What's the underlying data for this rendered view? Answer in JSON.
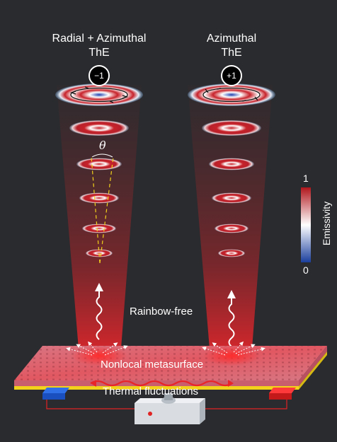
{
  "left_beam": {
    "title_line1": "Radial + Azimuthal",
    "title_line2": "ThE",
    "charge": "−1"
  },
  "right_beam": {
    "title_line1": "Azimuthal",
    "title_line2": "ThE",
    "charge": "+1"
  },
  "angle_symbol": "θ",
  "labels": {
    "rainbow": "Rainbow-free",
    "metasurface": "Nonlocal metasurface",
    "thermal": "Thermal fluctuations"
  },
  "colorbar": {
    "title": "Emissivity",
    "max_label": "1",
    "min_label": "0"
  },
  "colors": {
    "background": "#2a2b2e",
    "emission_red": "#c0282b",
    "metasurface_pink": "#d96a76",
    "substrate_yellow": "#f2d21b",
    "electrode_blue": "#1f5fd6",
    "electrode_red": "#e02424",
    "cone_lines": "#f2d21b"
  }
}
